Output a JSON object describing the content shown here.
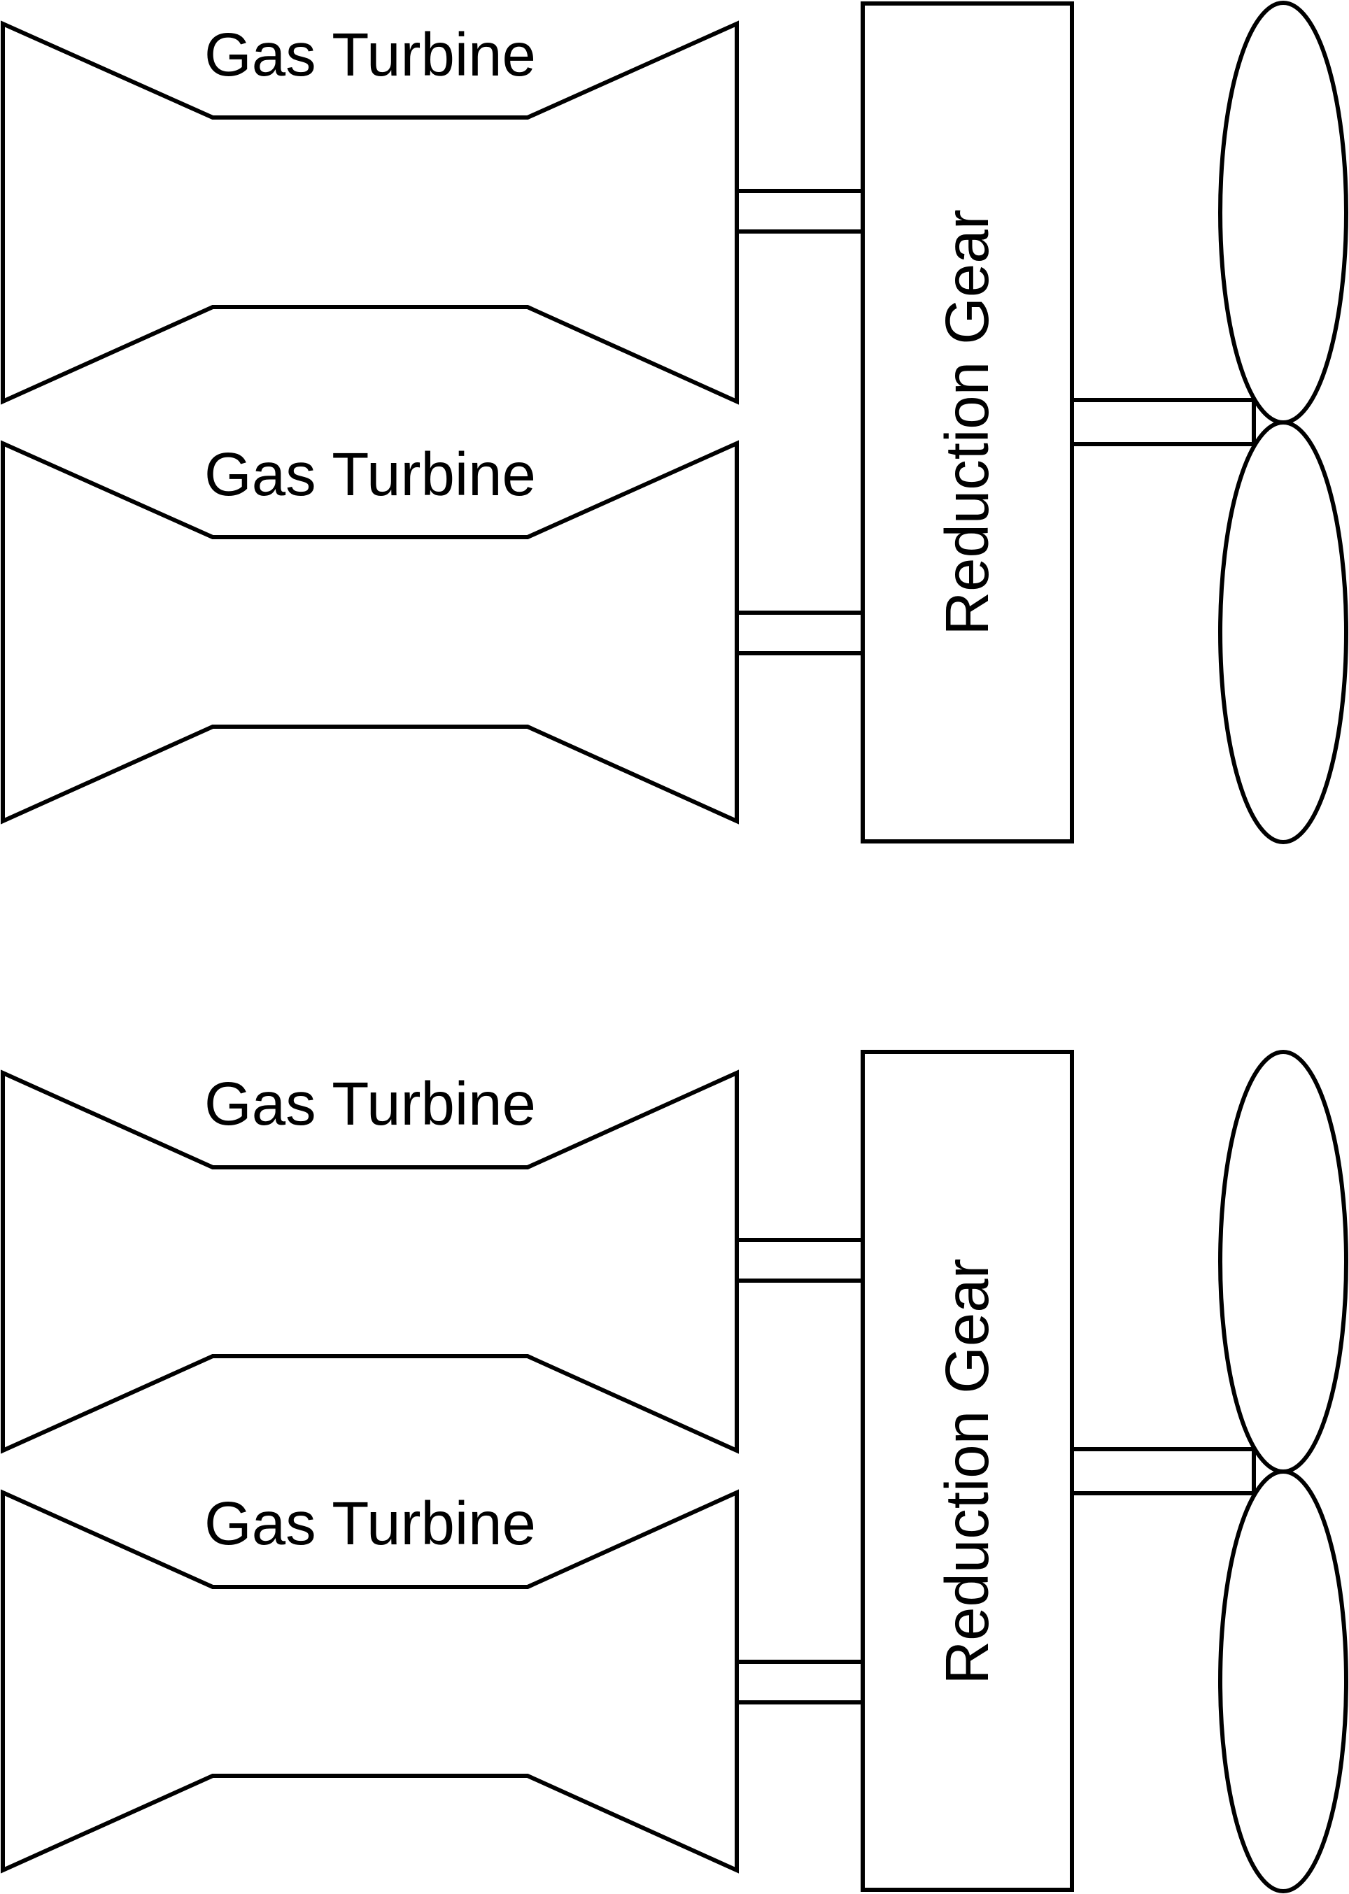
{
  "colors": {
    "background": "#ffffff",
    "line": "#000000"
  },
  "groups": [
    {
      "turbines": [
        {
          "label": "Gas Turbine"
        },
        {
          "label": "Gas Turbine"
        }
      ],
      "gear": {
        "label": "Reduction Gear"
      },
      "propellers": [
        {
          "icon": "propeller-blade-icon"
        },
        {
          "icon": "propeller-blade-icon"
        }
      ]
    },
    {
      "turbines": [
        {
          "label": "Gas Turbine"
        },
        {
          "label": "Gas Turbine"
        }
      ],
      "gear": {
        "label": "Reduction Gear"
      },
      "propellers": [
        {
          "icon": "propeller-blade-icon"
        },
        {
          "icon": "propeller-blade-icon"
        }
      ]
    }
  ]
}
